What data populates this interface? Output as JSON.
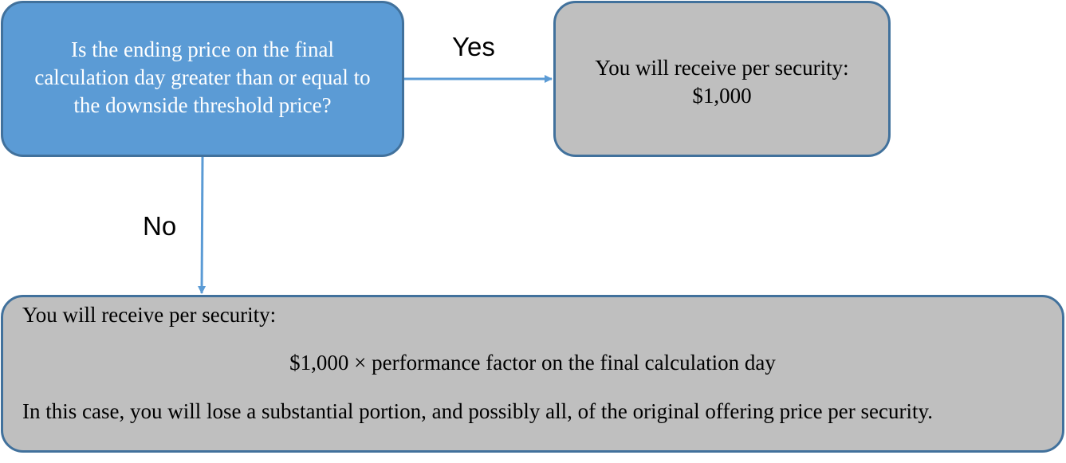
{
  "question": {
    "text": "Is the ending price on the final calculation day greater than or equal to the downside threshold price?"
  },
  "branch_yes": {
    "label": "Yes",
    "line1": "You will receive per security:",
    "line2": "$1,000"
  },
  "branch_no": {
    "label": "No",
    "line1": "You will receive per security:",
    "formula": "$1,000 × performance factor on the final calculation day",
    "note": "In this case, you will lose a substantial portion, and possibly all, of the original offering price per security."
  },
  "colors": {
    "question_fill": "#5b9bd5",
    "outcome_fill": "#bfbfbf",
    "border": "#41719c"
  }
}
